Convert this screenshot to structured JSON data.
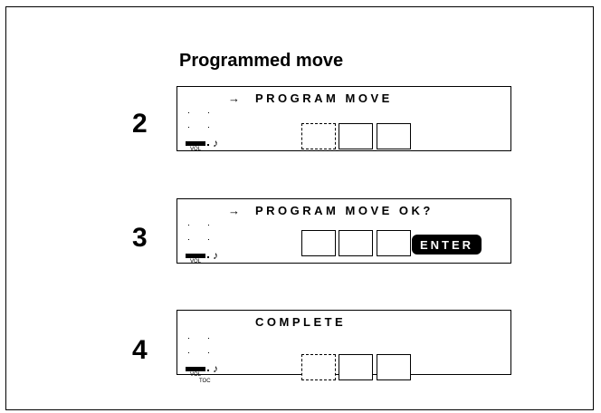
{
  "title": "Programmed move",
  "steps": [
    {
      "number": "2",
      "display": "PROGRAM MOVE",
      "arrow": "→",
      "vol_label": "VOL"
    },
    {
      "number": "3",
      "display": "PROGRAM MOVE OK?",
      "arrow": "→",
      "vol_label": "VOL",
      "enter_label": "ENTER"
    },
    {
      "number": "4",
      "display": "COMPLETE",
      "vol_label": "VOL",
      "toc_label": "TOC"
    }
  ],
  "icons": {
    "note": "music-note-icon"
  }
}
